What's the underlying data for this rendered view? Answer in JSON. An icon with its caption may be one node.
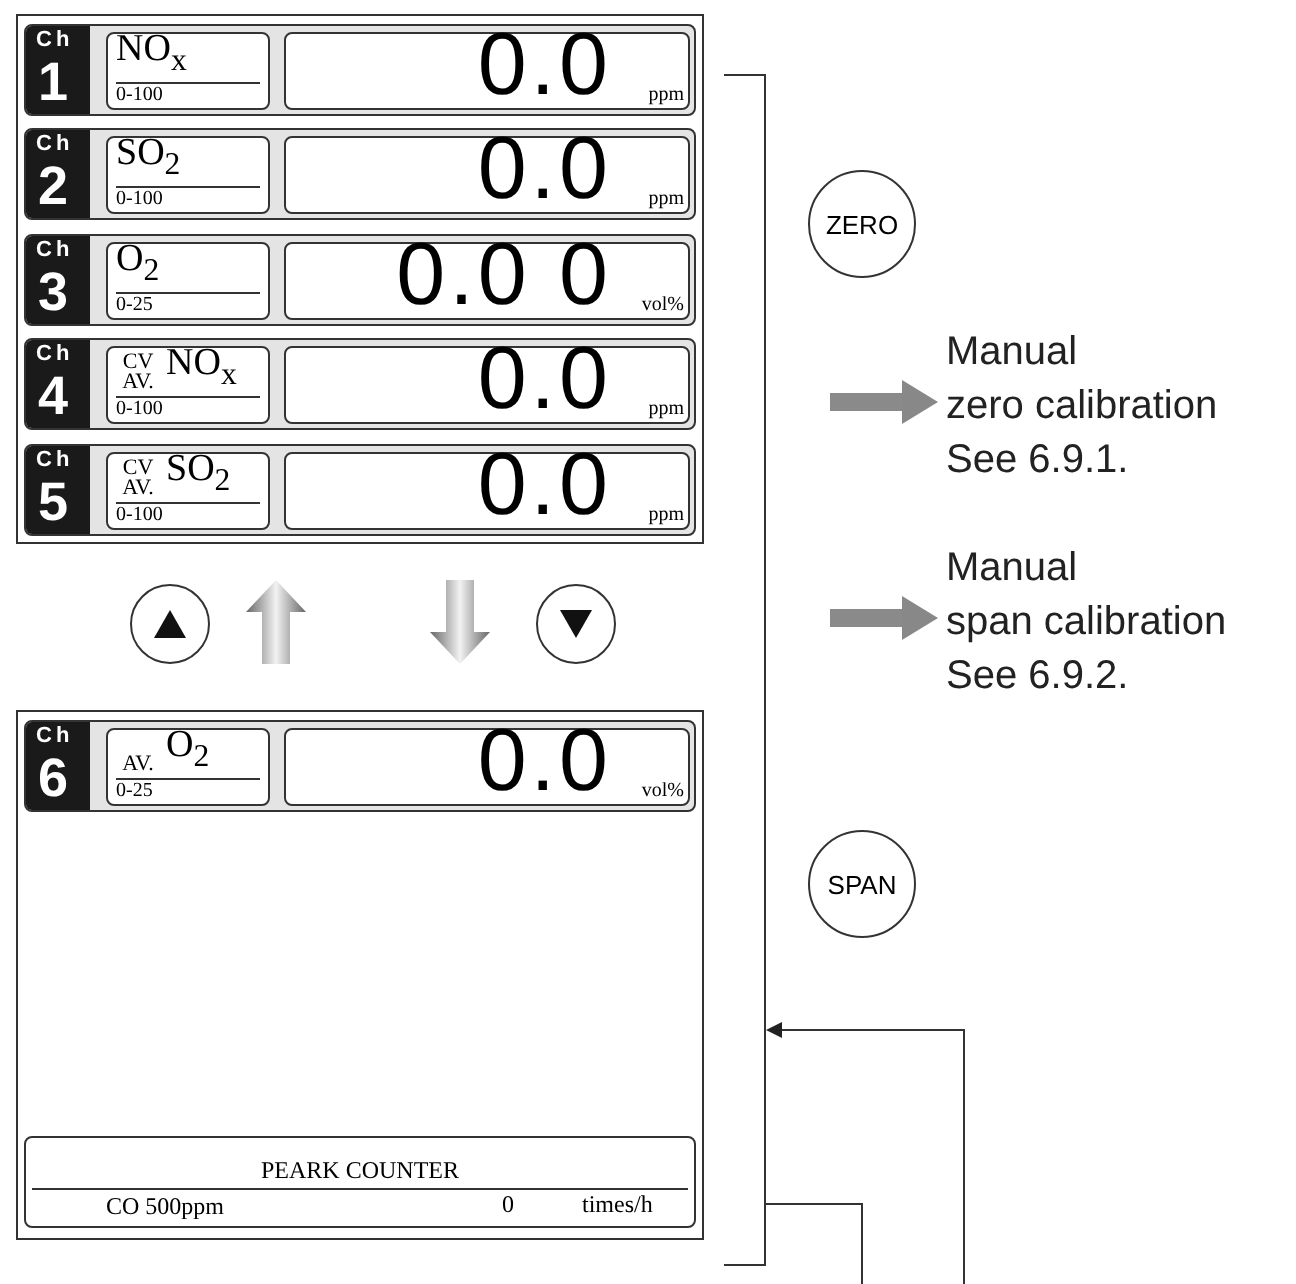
{
  "diagram": {
    "nodes": [
      {
        "text": [],
        "shape": "box"
      },
      {
        "text": [
          "Ch",
          "1"
        ],
        "in": 0
      },
      {
        "text": [
          "NO$_{x}$",
          "0-100"
        ],
        "in": 1
      },
      {
        "text": [
          "0.0",
          "ppm"
        ],
        "in": 1
      },
      {
        "text": [
          "Ch",
          "2"
        ],
        "in": 0
      },
      {
        "text": [
          "SO$_{2}$",
          "0-100"
        ],
        "in": 4
      },
      {
        "text": [
          "0.0",
          "ppm"
        ],
        "in": 4
      },
      {
        "text": [
          "Ch",
          "3"
        ],
        "in": 0
      },
      {
        "text": [
          "O$_{2}$",
          "0-25"
        ],
        "in": 7
      },
      {
        "text": [
          "0.0 0",
          "vol%"
        ],
        "in": 7
      },
      {
        "text": [
          "Ch",
          "4"
        ],
        "in": 0
      },
      {
        "text": [
          "CV AV.",
          "NO$_{x}$",
          "0-100"
        ],
        "in": 10
      },
      {
        "text": [
          "0.0",
          "ppm"
        ],
        "in": 10
      },
      {
        "text": [
          "Ch",
          "5"
        ],
        "in": 0
      },
      {
        "text": [
          "CV AV.",
          "SO$_{2}$",
          "0-100"
        ],
        "in": 13
      },
      {
        "text": [
          "0.0",
          "ppm"
        ],
        "in": 13
      },
      {
        "text": [
          "ZERO"
        ]
      },
      {
        "text": [
          "Manual",
          "zero calibration",
          "See 6.9.1."
        ]
      },
      {
        "text": [
          "Manual",
          "span calibration",
          "See 6.9.2."
        ]
      },
      {
        "text": [],
        "shape": "circle"
      },
      {
        "text": [],
        "shape": "circle"
      },
      {
        "text": [],
        "shape": "box"
      },
      {
        "text": [
          "Ch",
          "6"
        ],
        "in": 21
      },
      {
        "text": [
          "AV.",
          "O$_{2}$",
          "0-25"
        ],
        "in": 22
      },
      {
        "text": [
          "0.0",
          "vol%"
        ],
        "in": 22
      },
      {
        "text": [
          "PEARK COUNTER",
          "CO 500ppm",
          "0",
          "times/h"
        ],
        "in": 21
      },
      {
        "text": [
          "SPAN"
        ]
      },
      {
        "text": [],
        "shape": "bracket"
      }
    ],
    "edges": [
      {
        "from": null,
        "to": 17,
        "arrow": "to",
        "style": "thick"
      },
      {
        "from": null,
        "to": 18,
        "arrow": "to",
        "style": "thick"
      },
      {
        "from": 27,
        "to": null,
        "arrow": "none"
      },
      {
        "from": null,
        "to": 27,
        "arrow": "to"
      }
    ]
  }
}
